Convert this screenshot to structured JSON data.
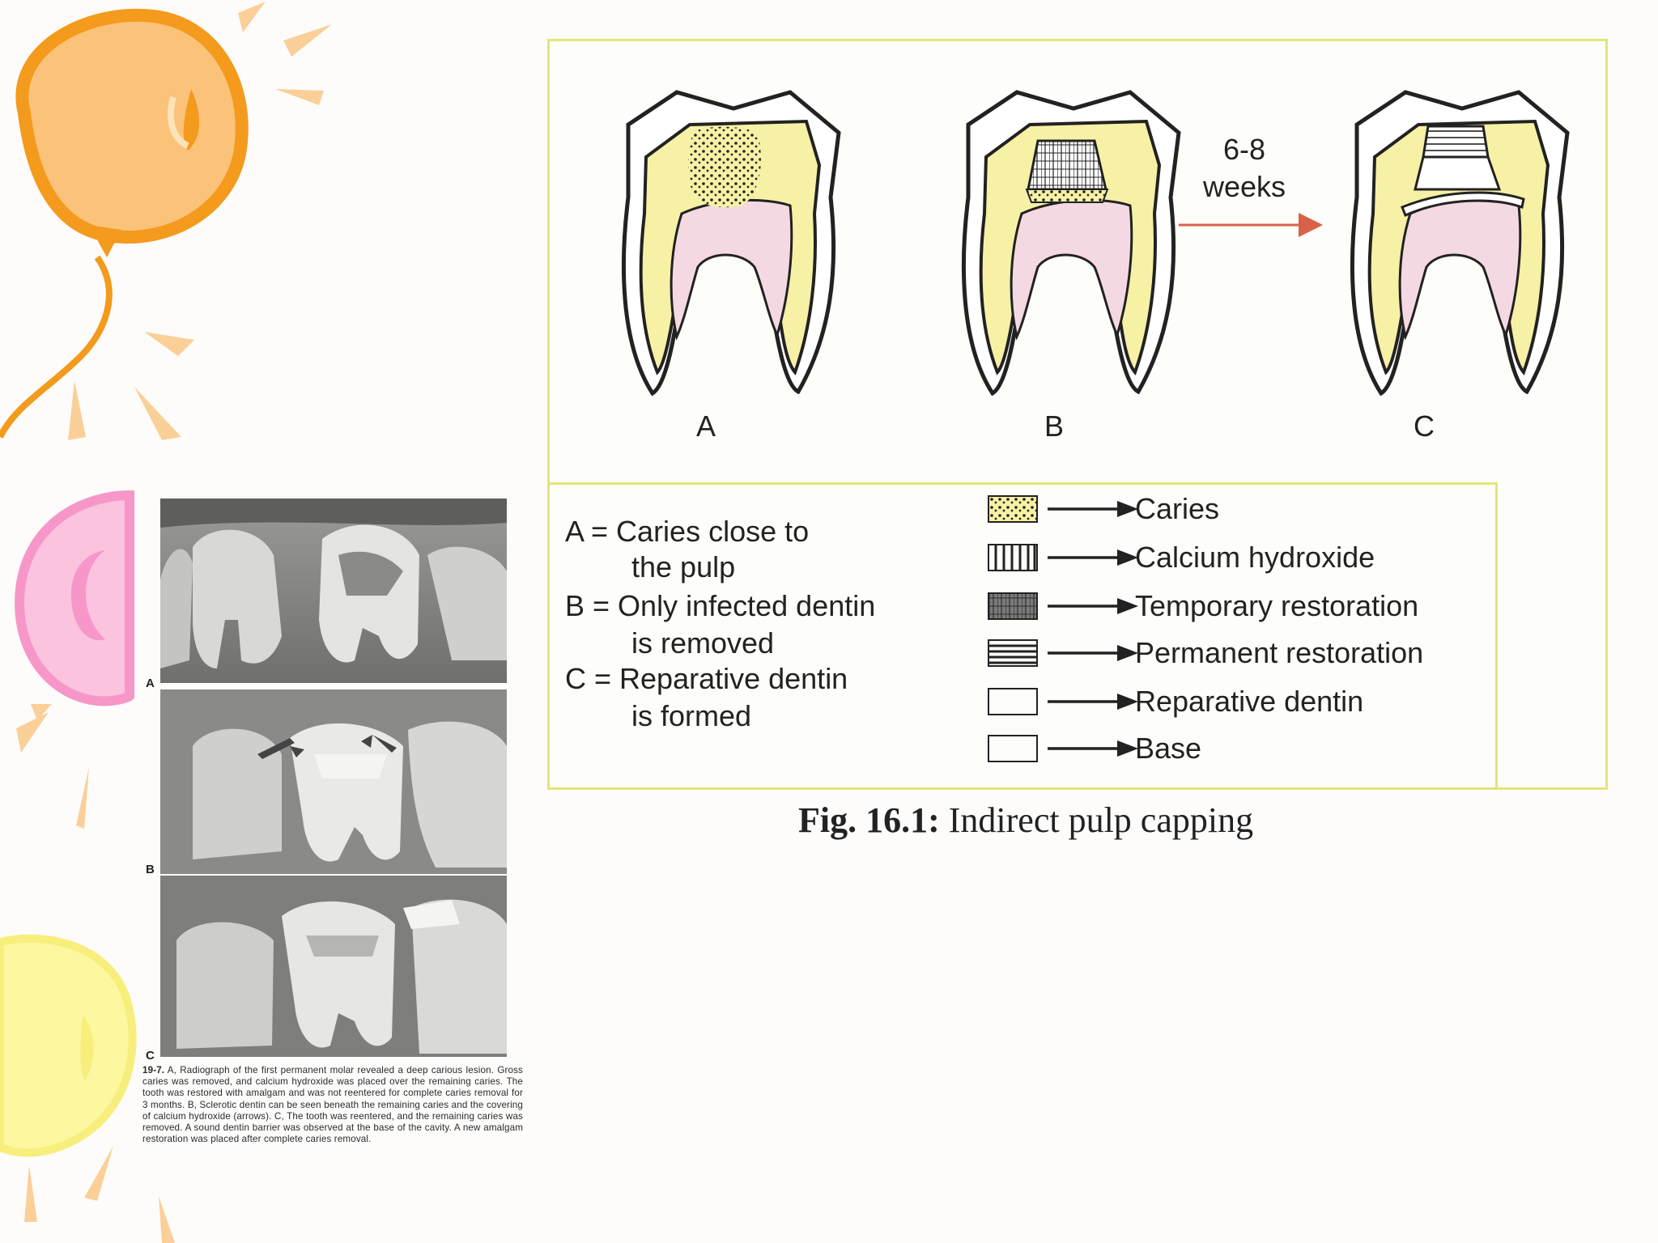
{
  "radiograph": {
    "panel_labels": [
      "A",
      "B",
      "C"
    ],
    "caption_figure_number": "19-7.",
    "caption_text": "A, Radiograph of the first permanent molar revealed a deep carious lesion. Gross caries was removed, and calcium hydroxide was placed over the remaining caries. The tooth was restored with amalgam and was not reentered for complete caries removal for 3 months. B, Sclerotic dentin can be seen beneath the remaining caries and the covering of calcium hydroxide (arrows). C, The tooth was reentered, and the remaining caries was removed. A sound dentin barrier was observed at the base of the cavity. A new amalgam restoration was placed after complete caries removal."
  },
  "figure": {
    "tooth_labels": [
      "A",
      "B",
      "C"
    ],
    "interval_line1": "6-8",
    "interval_line2": "weeks",
    "definitions": [
      {
        "line1": "A = Caries close to",
        "line2": "the pulp"
      },
      {
        "line1": "B = Only infected dentin",
        "line2": "is removed"
      },
      {
        "line1": "C = Reparative dentin",
        "line2": "is formed"
      }
    ],
    "legend": [
      {
        "label": "Caries",
        "pattern": "dots"
      },
      {
        "label": "Calcium hydroxide",
        "pattern": "vertical-lines"
      },
      {
        "label": "Temporary restoration",
        "pattern": "dense-crosshatch"
      },
      {
        "label": "Permanent restoration",
        "pattern": "horizontal-lines"
      },
      {
        "label": "Reparative dentin",
        "pattern": "empty"
      },
      {
        "label": "Base",
        "pattern": "empty"
      }
    ],
    "caption_bold": "Fig. 16.1:",
    "caption_text": " Indirect pulp capping",
    "colors": {
      "dentin": "#f7f1a6",
      "pulp": "#f4d9e3",
      "border": "#e3e57a",
      "arrow": "#d9614a"
    }
  },
  "decoration": {
    "balloons": [
      "orange-balloon",
      "pink-balloon",
      "yellow-balloon"
    ]
  }
}
